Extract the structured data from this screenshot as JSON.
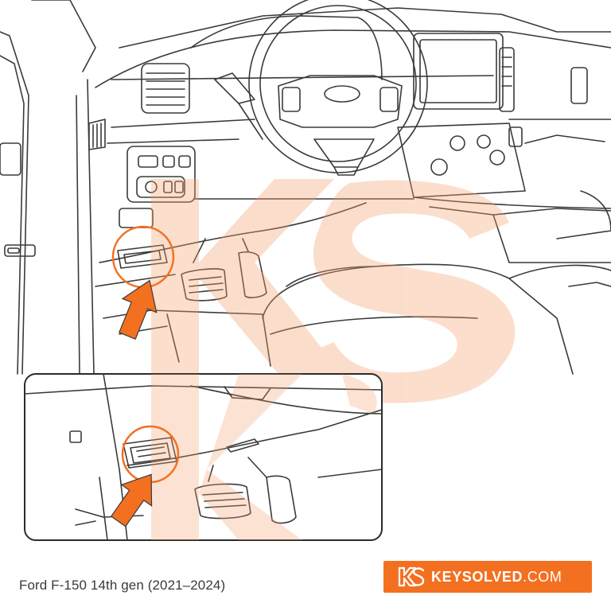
{
  "caption": "Ford F-150 14th gen (2021–2024)",
  "brand": {
    "name": "KEYSOLVED",
    "tld": ".COM",
    "logo": "KS"
  },
  "watermark": "KS",
  "colors": {
    "accent": "#f37021",
    "line": "#3a3a3a",
    "watermark": "#f9c9a8"
  },
  "icons": {
    "pointer": "arrow-up-icon",
    "port": "obd-port-icon"
  }
}
